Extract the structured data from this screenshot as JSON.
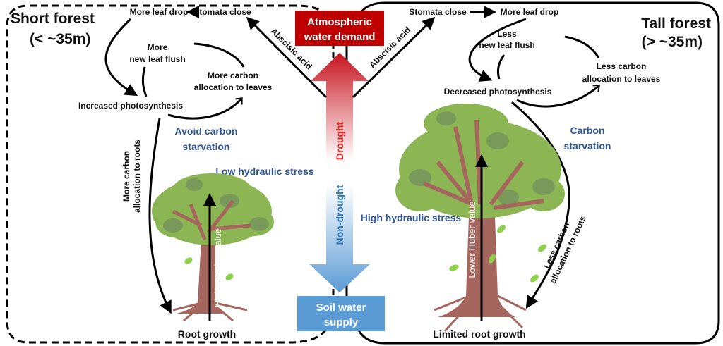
{
  "short_forest": {
    "title": "Short forest",
    "subtitle": "(< ~35m)",
    "stomata_close": "Stomata close",
    "more_leaf_drop": "More leaf drop",
    "leaf_flush_line1": "More",
    "leaf_flush_line2": "new leaf flush",
    "carbon_leaves_line1": "More carbon",
    "carbon_leaves_line2": "allocation to leaves",
    "photosynthesis": "Increased photosynthesis",
    "carbon_roots_line1": "More carbon",
    "carbon_roots_line2": "allocation to roots",
    "outcome_line1": "Avoid carbon",
    "outcome_line2": "starvation",
    "hydraulic": "Low hydraulic stress",
    "huber": "Higher Huber value",
    "root_growth": "Root growth",
    "abscisic": "Abscisic acid"
  },
  "tall_forest": {
    "title": "Tall forest",
    "subtitle": "(> ~35m)",
    "stomata_close": "Stomata close",
    "more_leaf_drop": "More leaf drop",
    "leaf_flush_line1": "Less",
    "leaf_flush_line2": "new leaf flush",
    "carbon_leaves_line1": "Less carbon",
    "carbon_leaves_line2": "allocation to leaves",
    "photosynthesis": "Decreased photosynthesis",
    "carbon_roots_line1": "Less carbon",
    "carbon_roots_line2": "allocation to roots",
    "outcome_line1": "Carbon",
    "outcome_line2": "starvation",
    "hydraulic": "High hydraulic stress",
    "huber": "Lower Huber value",
    "root_growth": "Limited root growth",
    "abscisic": "Abscisic acid"
  },
  "center": {
    "top_box_line1": "Atmospheric",
    "top_box_line2": "water  demand",
    "bottom_box_line1": "Soil water",
    "bottom_box_line2": "supply",
    "drought": "Drought",
    "non_drought": "Non-drought"
  },
  "colors": {
    "atmospheric_box": "#c00000",
    "soil_box": "#5b9bd5",
    "drought_text": "#e0201c",
    "non_drought_text": "#2e75b6",
    "outcome_text": "#2f5597",
    "canopy": "#8cb553",
    "canopy_dark": "#78995a",
    "trunk": "#a5665d"
  }
}
